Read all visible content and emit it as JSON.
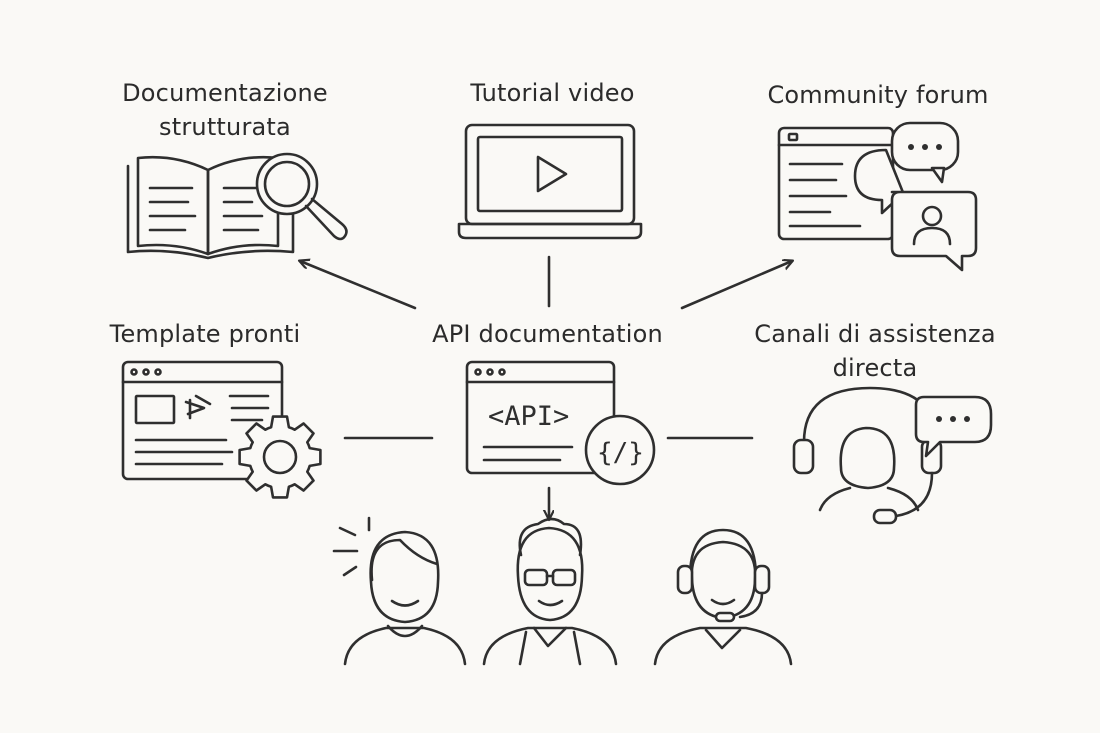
{
  "nodes": {
    "documentation": {
      "line1": "Documentazione",
      "line2": "strutturata",
      "icon": "book-magnifier-icon"
    },
    "tutorial": {
      "line1": "Tutorial video",
      "icon": "laptop-video-icon"
    },
    "community": {
      "line1": "Community forum",
      "icon": "forum-chat-icon"
    },
    "templates": {
      "line1": "Template pronti",
      "icon": "template-gear-icon"
    },
    "api": {
      "line1": "API documentation",
      "icon": "api-window-icon",
      "code_text": "<API>",
      "braces_text": "{/}"
    },
    "support": {
      "line1": "Canali di assistenza",
      "line2": "directa",
      "icon": "headset-agent-icon"
    }
  },
  "users": [
    {
      "icon": "user-excited-icon"
    },
    {
      "icon": "user-glasses-icon"
    },
    {
      "icon": "user-headset-icon"
    }
  ],
  "colors": {
    "background": "#faf9f6",
    "stroke": "#2f2f2f",
    "text": "#2b2b2b"
  }
}
